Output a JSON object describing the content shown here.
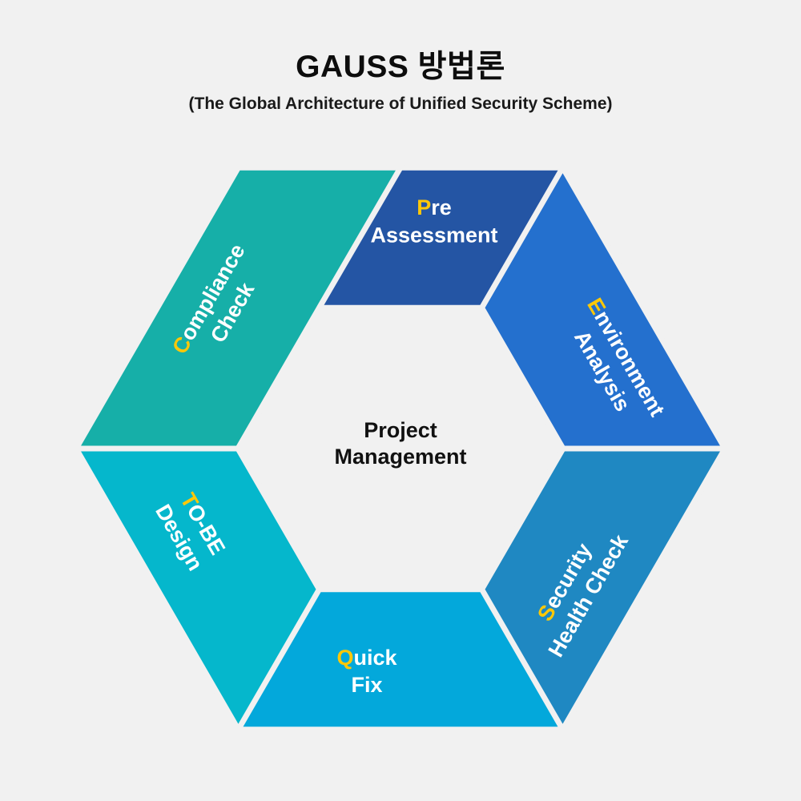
{
  "header": {
    "title": "GAUSS 방법론",
    "subtitle": "(The Global Architecture of Unified Security Scheme)"
  },
  "center": {
    "line1": "Project",
    "line2": "Management"
  },
  "colors": {
    "background": "#f1f1f1",
    "accent": "#ffc808",
    "label_text": "#ffffff",
    "center_text": "#111111",
    "gap": "#f1f1f1"
  },
  "segments": [
    {
      "id": "pre-assessment",
      "name": "pre-assessment-segment",
      "accent_letter": "P",
      "line1_rest": "re",
      "line2": "Assessment",
      "full_label": "Pre Assessment",
      "color": "#2455a4",
      "rotation": 0
    },
    {
      "id": "environment-analysis",
      "name": "environment-analysis-segment",
      "accent_letter": "E",
      "line1_rest": "nvironment",
      "line2": "Analysis",
      "full_label": "Environment Analysis",
      "color": "#2470ce",
      "rotation": 60
    },
    {
      "id": "security-health-check",
      "name": "security-health-check-segment",
      "accent_letter": "S",
      "line1_rest": "ecurity",
      "line2": "Health Check",
      "full_label": "Security Health Check",
      "color": "#1f88c2",
      "rotation": 120
    },
    {
      "id": "quick-fix",
      "name": "quick-fix-segment",
      "accent_letter": "Q",
      "line1_rest": "uick",
      "line2": "Fix",
      "full_label": "Quick Fix",
      "color": "#03a8db",
      "rotation": 180
    },
    {
      "id": "to-be-design",
      "name": "to-be-design-segment",
      "accent_letter": "T",
      "line1_rest": "O-BE",
      "line2": "Design",
      "full_label": "TO-BE Design",
      "color": "#05b7cc",
      "rotation": 240
    },
    {
      "id": "compliance-check",
      "name": "compliance-check-segment",
      "accent_letter": "C",
      "line1_rest": "ompliance",
      "line2": "Check",
      "full_label": "Compliance Check",
      "color": "#16afa8",
      "rotation": 300
    }
  ]
}
